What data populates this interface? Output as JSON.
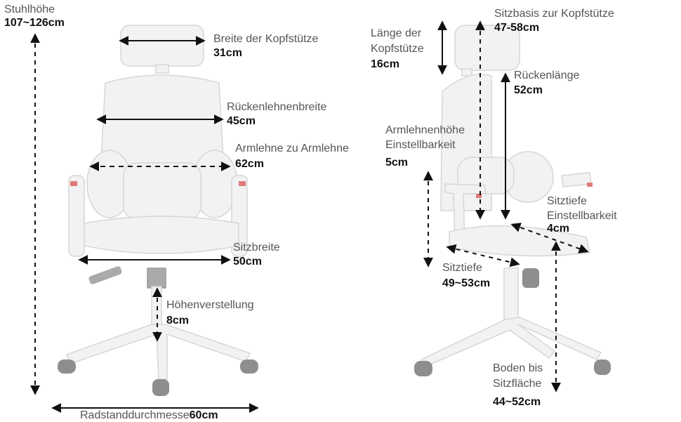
{
  "colors": {
    "chair_fill": "#f2f2f2",
    "chair_edge": "#d6d6d6",
    "caster": "#8e8e8e",
    "accent": "#e07a7a",
    "arrow": "#111111",
    "label": "#555555"
  },
  "front": {
    "chair_height": {
      "label": "Stuhlhöhe",
      "value": "107~126cm"
    },
    "headrest_width": {
      "label": "Breite der Kopfstütze",
      "value": "31cm"
    },
    "backrest_width": {
      "label": "Rückenlehnenbreite",
      "value": "45cm"
    },
    "armrest_span": {
      "label": "Armlehne zu Armlehne",
      "value": "62cm"
    },
    "seat_width": {
      "label": "Sitzbreite",
      "value": "50cm"
    },
    "height_adjust": {
      "label": "Höhenverstellung",
      "value": "8cm"
    },
    "wheelbase": {
      "label": "Radstanddurchmesse",
      "value": "60cm"
    }
  },
  "side": {
    "headrest_length": {
      "label_line1": "Länge der",
      "label_line2": "Kopfstütze",
      "value": "16cm"
    },
    "seat_to_headrest": {
      "label": "Sitzbasis zur Kopfstütze",
      "value": "47-58cm"
    },
    "back_length": {
      "label": "Rückenlänge",
      "value": "52cm"
    },
    "armrest_adjust": {
      "label_line1": "Armlehnenhöhe",
      "label_line2": "Einstellbarkeit",
      "value": "5cm"
    },
    "seat_depth_adjust": {
      "label_line1": "Sitztiefe",
      "label_line2": "Einstellbarkeit",
      "value": "4cm"
    },
    "seat_depth": {
      "label": "Sitztiefe",
      "value": "49~53cm"
    },
    "floor_to_seat": {
      "label_line1": "Boden bis",
      "label_line2": "Sitzfläche",
      "value": "44~52cm"
    }
  }
}
